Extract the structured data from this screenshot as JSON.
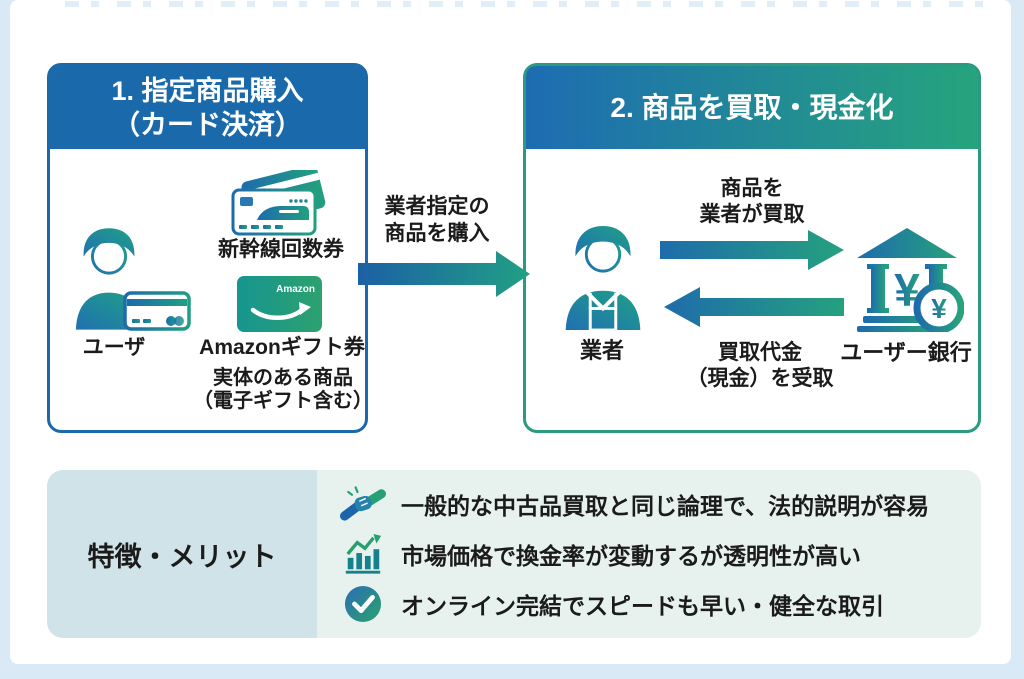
{
  "colors": {
    "page_background": "#d9eaf6",
    "card_background": "#ffffff",
    "primary_blue": "#1a69ab",
    "primary_green": "#26a47d",
    "panel2_border": "#2a9b80",
    "arrow_gradient_start": "#1c60a6",
    "arrow_gradient_end": "#21a083",
    "features_left_bg": "#cfe3e8",
    "features_right_bg": "#e7f2ef",
    "text_dark": "#1b1b1b"
  },
  "panel1": {
    "title_line1": "1. 指定商品購入",
    "title_line2": "（カード決済）",
    "user_label": "ユーザ",
    "shinkansen_label": "新幹線回数券",
    "amazon_label": "Amazonギフト券",
    "amazon_card_text": "Amazon",
    "note_line1": "実体のある商品",
    "note_line2": "（電子ギフト含む）"
  },
  "transfer_arrow": {
    "label_line1": "業者指定の",
    "label_line2": "商品を購入"
  },
  "panel2": {
    "title": "2. 商品を買取・現金化",
    "dealer_label": "業者",
    "bank_label": "ユーザー銀行",
    "top_arrow_label_line1": "商品を",
    "top_arrow_label_line2": "業者が買取",
    "bottom_arrow_label_line1": "買取代金",
    "bottom_arrow_label_line2": "（現金）を受取",
    "bank_currency_symbol": "¥",
    "coin_currency_symbol": "¥"
  },
  "features": {
    "heading": "特徴・メリット",
    "items": [
      {
        "icon": "handshake-icon",
        "text": "一般的な中古品買取と同じ論理で、法的説明が容易"
      },
      {
        "icon": "bar-chart-icon",
        "text": "市場価格で換金率が変動するが透明性が高い"
      },
      {
        "icon": "check-circle-icon",
        "text": "オンライン完結でスピードも早い・健全な取引"
      }
    ]
  }
}
